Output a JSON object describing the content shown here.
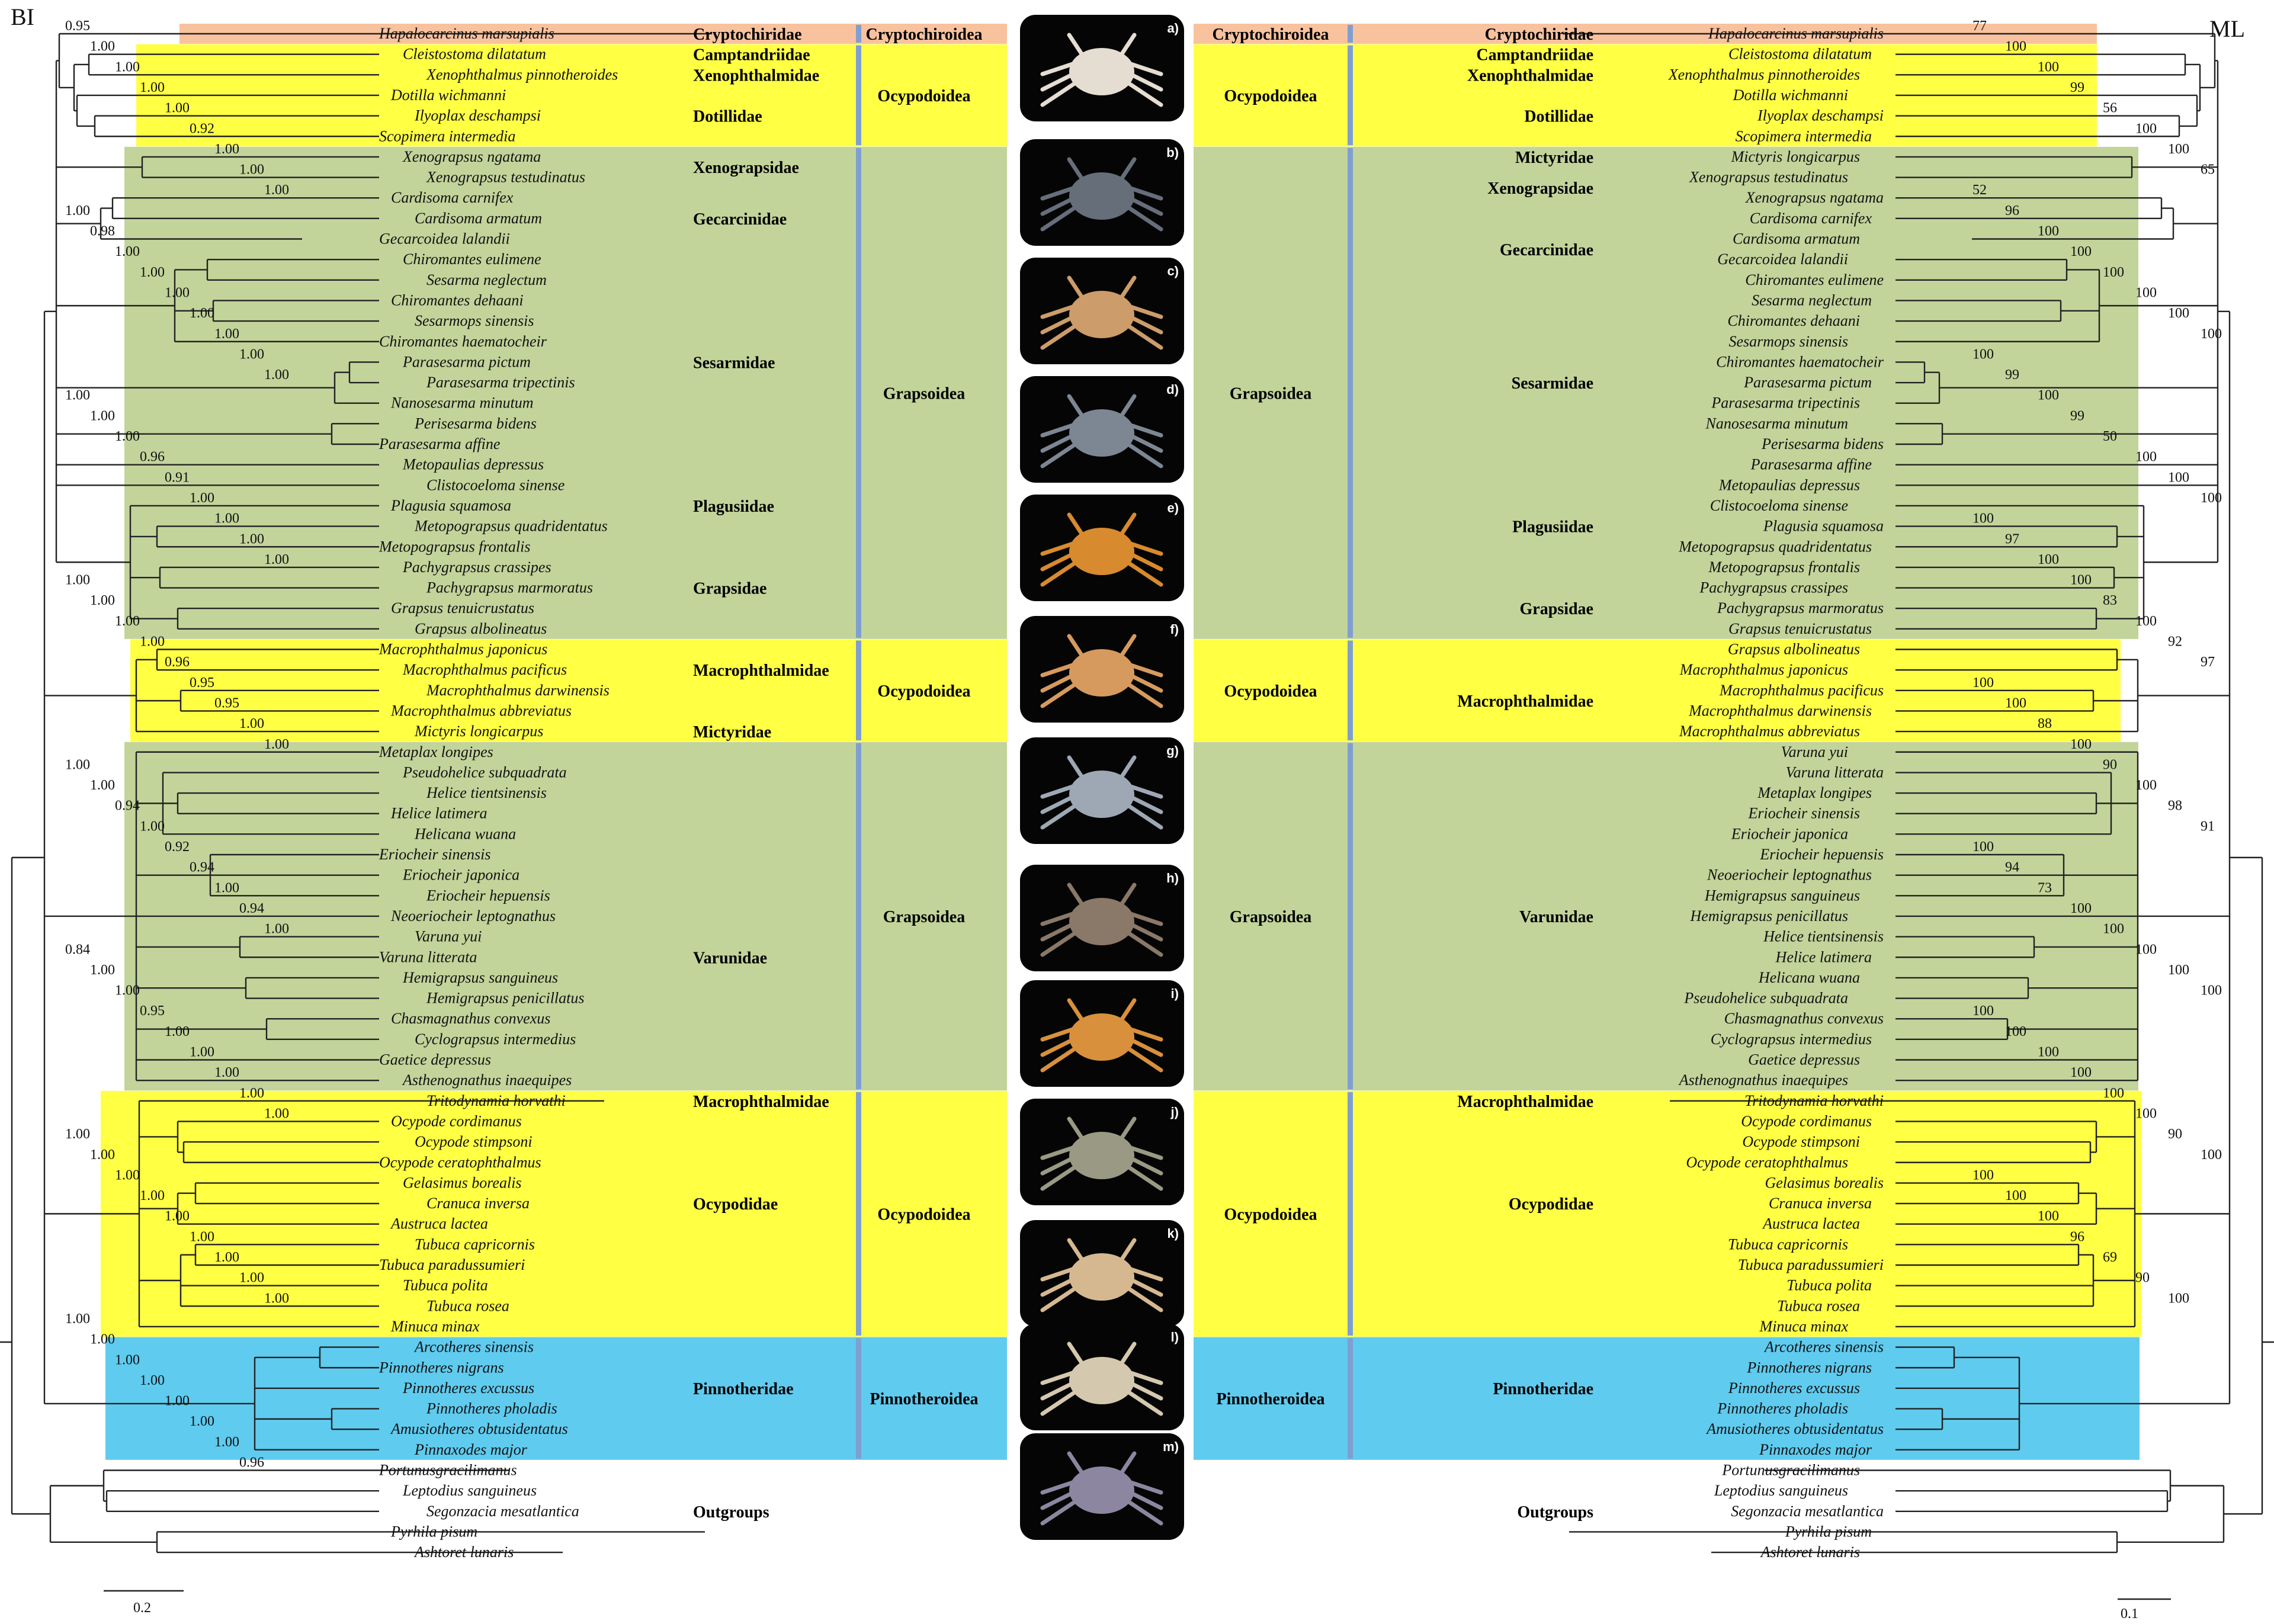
{
  "labels": {
    "left_method": "BI",
    "right_method": "ML",
    "left_scale": "0.2",
    "right_scale": "0.1"
  },
  "colors": {
    "cryptochiroidea": "#f8c29e",
    "ocypodoidea": "#ffff44",
    "grapsoidea": "#c2d49a",
    "pinnotheroidea": "#5fcbef",
    "divider": "#7f9fd0"
  },
  "bands": [
    {
      "superfamily": "Cryptochiroidea",
      "color": "cryptochiroidea"
    },
    {
      "superfamily": "Ocypodoidea",
      "color": "ocypodoidea"
    },
    {
      "superfamily": "Grapsoidea",
      "color": "grapsoidea"
    },
    {
      "superfamily": "Ocypodoidea",
      "color": "ocypodoidea"
    },
    {
      "superfamily": "Grapsoidea",
      "color": "grapsoidea"
    },
    {
      "superfamily": "Ocypodoidea",
      "color": "ocypodoidea"
    },
    {
      "superfamily": "Pinnotheroidea",
      "color": "pinnotheroidea"
    }
  ],
  "left_taxa": [
    "Hapalocarcinus marsupialis",
    "Cleistostoma dilatatum",
    "Xenophthalmus pinnotheroides",
    "Dotilla wichmanni",
    "Ilyoplax deschampsi",
    "Scopimera intermedia",
    "Xenograpsus ngatama",
    "Xenograpsus testudinatus",
    "Cardisoma carnifex",
    "Cardisoma armatum",
    "Gecarcoidea lalandii",
    "Chiromantes eulimene",
    "Sesarma neglectum",
    "Chiromantes dehaani",
    "Sesarmops sinensis",
    "Chiromantes haematocheir",
    "Parasesarma pictum",
    "Parasesarma tripectinis",
    "Nanosesarma minutum",
    "Perisesarma bidens",
    "Parasesarma affine",
    "Metopaulias depressus",
    "Clistocoeloma sinense",
    "Plagusia squamosa",
    "Metopograpsus quadridentatus",
    "Metopograpsus frontalis",
    "Pachygrapsus crassipes",
    "Pachygrapsus marmoratus",
    "Grapsus tenuicrustatus",
    "Grapsus albolineatus",
    "Macrophthalmus japonicus",
    "Macrophthalmus pacificus",
    "Macrophthalmus darwinensis",
    "Macrophthalmus abbreviatus",
    "Mictyris longicarpus",
    "Metaplax longipes",
    "Pseudohelice subquadrata",
    "Helice tientsinensis",
    "Helice latimera",
    "Helicana wuana",
    "Eriocheir sinensis",
    "Eriocheir japonica",
    "Eriocheir hepuensis",
    "Neoeriocheir leptognathus",
    "Varuna yui",
    "Varuna litterata",
    "Hemigrapsus sanguineus",
    "Hemigrapsus penicillatus",
    "Chasmagnathus convexus",
    "Cyclograpsus intermedius",
    "Gaetice depressus",
    "Asthenognathus inaequipes",
    "Tritodynamia horvathi",
    "Ocypode cordimanus",
    "Ocypode stimpsoni",
    "Ocypode ceratophthalmus",
    "Gelasimus borealis",
    "Cranuca inversa",
    "Austruca lactea",
    "Tubuca capricornis",
    "Tubuca paradussumieri",
    "Tubuca polita",
    "Tubuca rosea",
    "Minuca minax",
    "Arcotheres sinensis",
    "Pinnotheres nigrans",
    "Pinnotheres excussus",
    "Pinnotheres pholadis",
    "Amusiotheres obtusidentatus",
    "Pinnaxodes major",
    "Portunusgracilimanus",
    "Leptodius sanguineus",
    "Segonzacia mesatlantica",
    "Pyrhila pisum",
    "Ashtoret lunaris"
  ],
  "left_support": [
    "0.95",
    "1.00",
    "1.00",
    "1.00",
    "1.00",
    "0.92",
    "1.00",
    "1.00",
    "1.00",
    "1.00",
    "0.98",
    "1.00",
    "1.00",
    "1.00",
    "1.00",
    "1.00",
    "1.00",
    "1.00",
    "1.00",
    "1.00",
    "1.00",
    "0.96",
    "0.91",
    "1.00",
    "1.00",
    "1.00",
    "1.00",
    "1.00",
    "1.00",
    "1.00",
    "1.00",
    "0.96",
    "0.95",
    "0.95",
    "1.00",
    "1.00",
    "1.00",
    "1.00",
    "0.94",
    "1.00",
    "0.92",
    "0.94",
    "1.00",
    "0.94",
    "1.00",
    "0.84",
    "1.00",
    "1.00",
    "0.95",
    "1.00",
    "1.00",
    "1.00",
    "1.00",
    "1.00",
    "1.00",
    "1.00",
    "1.00",
    "1.00",
    "1.00",
    "1.00",
    "1.00",
    "1.00",
    "1.00",
    "1.00",
    "1.00",
    "1.00",
    "1.00",
    "1.00",
    "1.00",
    "1.00",
    "0.96"
  ],
  "left_families": [
    "Cryptochiridae",
    "Camptandriidae",
    "Xenophthalmidae",
    "Dotillidae",
    "Xenograpsidae",
    "Gecarcinidae",
    "Sesarmidae",
    "Plagusiidae",
    "Grapsidae",
    "Macrophthalmidae",
    "Mictyridae",
    "Varunidae",
    "Macrophthalmidae",
    "Ocypodidae",
    "Pinnotheridae",
    "Outgroups"
  ],
  "left_superfamilies": [
    "Cryptochiroidea",
    "Ocypodoidea",
    "Grapsoidea",
    "Ocypodoidea",
    "Grapsoidea",
    "Ocypodoidea",
    "Pinnotheroidea"
  ],
  "right_taxa": [
    "Hapalocarcinus marsupialis",
    "Cleistostoma dilatatum",
    "Xenophthalmus pinnotheroides",
    "Dotilla wichmanni",
    "Ilyoplax deschampsi",
    "Scopimera intermedia",
    "Mictyris longicarpus",
    "Xenograpsus testudinatus",
    "Xenograpsus ngatama",
    "Cardisoma carnifex",
    "Cardisoma armatum",
    "Gecarcoidea lalandii",
    "Chiromantes eulimene",
    "Sesarma neglectum",
    "Chiromantes dehaani",
    "Sesarmops sinensis",
    "Chiromantes haematocheir",
    "Parasesarma pictum",
    "Parasesarma tripectinis",
    "Nanosesarma minutum",
    "Perisesarma bidens",
    "Parasesarma affine",
    "Metopaulias depressus",
    "Clistocoeloma sinense",
    "Plagusia squamosa",
    "Metopograpsus quadridentatus",
    "Metopograpsus frontalis",
    "Pachygrapsus crassipes",
    "Pachygrapsus marmoratus",
    "Grapsus tenuicrustatus",
    "Grapsus albolineatus",
    "Macrophthalmus japonicus",
    "Macrophthalmus pacificus",
    "Macrophthalmus darwinensis",
    "Macrophthalmus abbreviatus",
    "Varuna yui",
    "Varuna litterata",
    "Metaplax longipes",
    "Eriocheir sinensis",
    "Eriocheir japonica",
    "Eriocheir hepuensis",
    "Neoeriocheir leptognathus",
    "Hemigrapsus sanguineus",
    "Hemigrapsus penicillatus",
    "Helice tientsinensis",
    "Helice latimera",
    "Helicana wuana",
    "Pseudohelice subquadrata",
    "Chasmagnathus convexus",
    "Cyclograpsus intermedius",
    "Gaetice depressus",
    "Asthenognathus inaequipes",
    "Tritodynamia horvathi",
    "Ocypode cordimanus",
    "Ocypode stimpsoni",
    "Ocypode ceratophthalmus",
    "Gelasimus borealis",
    "Cranuca inversa",
    "Austruca lactea",
    "Tubuca capricornis",
    "Tubuca paradussumieri",
    "Tubuca polita",
    "Tubuca rosea",
    "Minuca minax",
    "Arcotheres sinensis",
    "Pinnotheres nigrans",
    "Pinnotheres excussus",
    "Pinnotheres pholadis",
    "Amusiotheres obtusidentatus",
    "Pinnaxodes major",
    "Portunusgracilimanus",
    "Leptodius sanguineus",
    "Segonzacia mesatlantica",
    "Pyrhila pisum",
    "Ashtoret lunaris"
  ],
  "right_support": [
    "77",
    "100",
    "100",
    "99",
    "56",
    "100",
    "100",
    "65",
    "52",
    "96",
    "100",
    "100",
    "100",
    "100",
    "100",
    "100",
    "100",
    "99",
    "100",
    "99",
    "50",
    "100",
    "100",
    "100",
    "100",
    "97",
    "100",
    "100",
    "83",
    "100",
    "92",
    "97",
    "100",
    "100",
    "88",
    "100",
    "90",
    "100",
    "98",
    "91",
    "100",
    "94",
    "73",
    "100",
    "100",
    "100",
    "100",
    "100",
    "100",
    "100",
    "100",
    "100",
    "100",
    "100",
    "90",
    "100",
    "100",
    "100",
    "100",
    "96",
    "69",
    "90",
    "100"
  ],
  "right_families": [
    "Cryptochiridae",
    "Camptandriidae",
    "Xenophthalmidae",
    "Dotillidae",
    "Mictyridae",
    "Xenograpsidae",
    "Gecarcinidae",
    "Sesarmidae",
    "Plagusiidae",
    "Grapsidae",
    "Macrophthalmidae",
    "Varunidae",
    "Macrophthalmidae",
    "Ocypodidae",
    "Pinnotheridae",
    "Outgroups"
  ],
  "right_superfamilies": [
    "Cryptochiroidea",
    "Ocypodoidea",
    "Grapsoidea",
    "Ocypodoidea",
    "Grapsoidea",
    "Ocypodoidea",
    "Pinnotheroidea"
  ],
  "photo_labels": [
    "a)",
    "b)",
    "c)",
    "d)",
    "e)",
    "f)",
    "g)",
    "h)",
    "i)",
    "j)",
    "k)",
    "l)",
    "m)"
  ],
  "photo_shell_colors": [
    "#e6ddd2",
    "#666e7a",
    "#cc9c6a",
    "#7c8793",
    "#d88a2e",
    "#d69a5e",
    "#9ea8b4",
    "#8a7868",
    "#d8903c",
    "#9a9a84",
    "#d6b890",
    "#d4c8ae",
    "#8c86a0"
  ]
}
